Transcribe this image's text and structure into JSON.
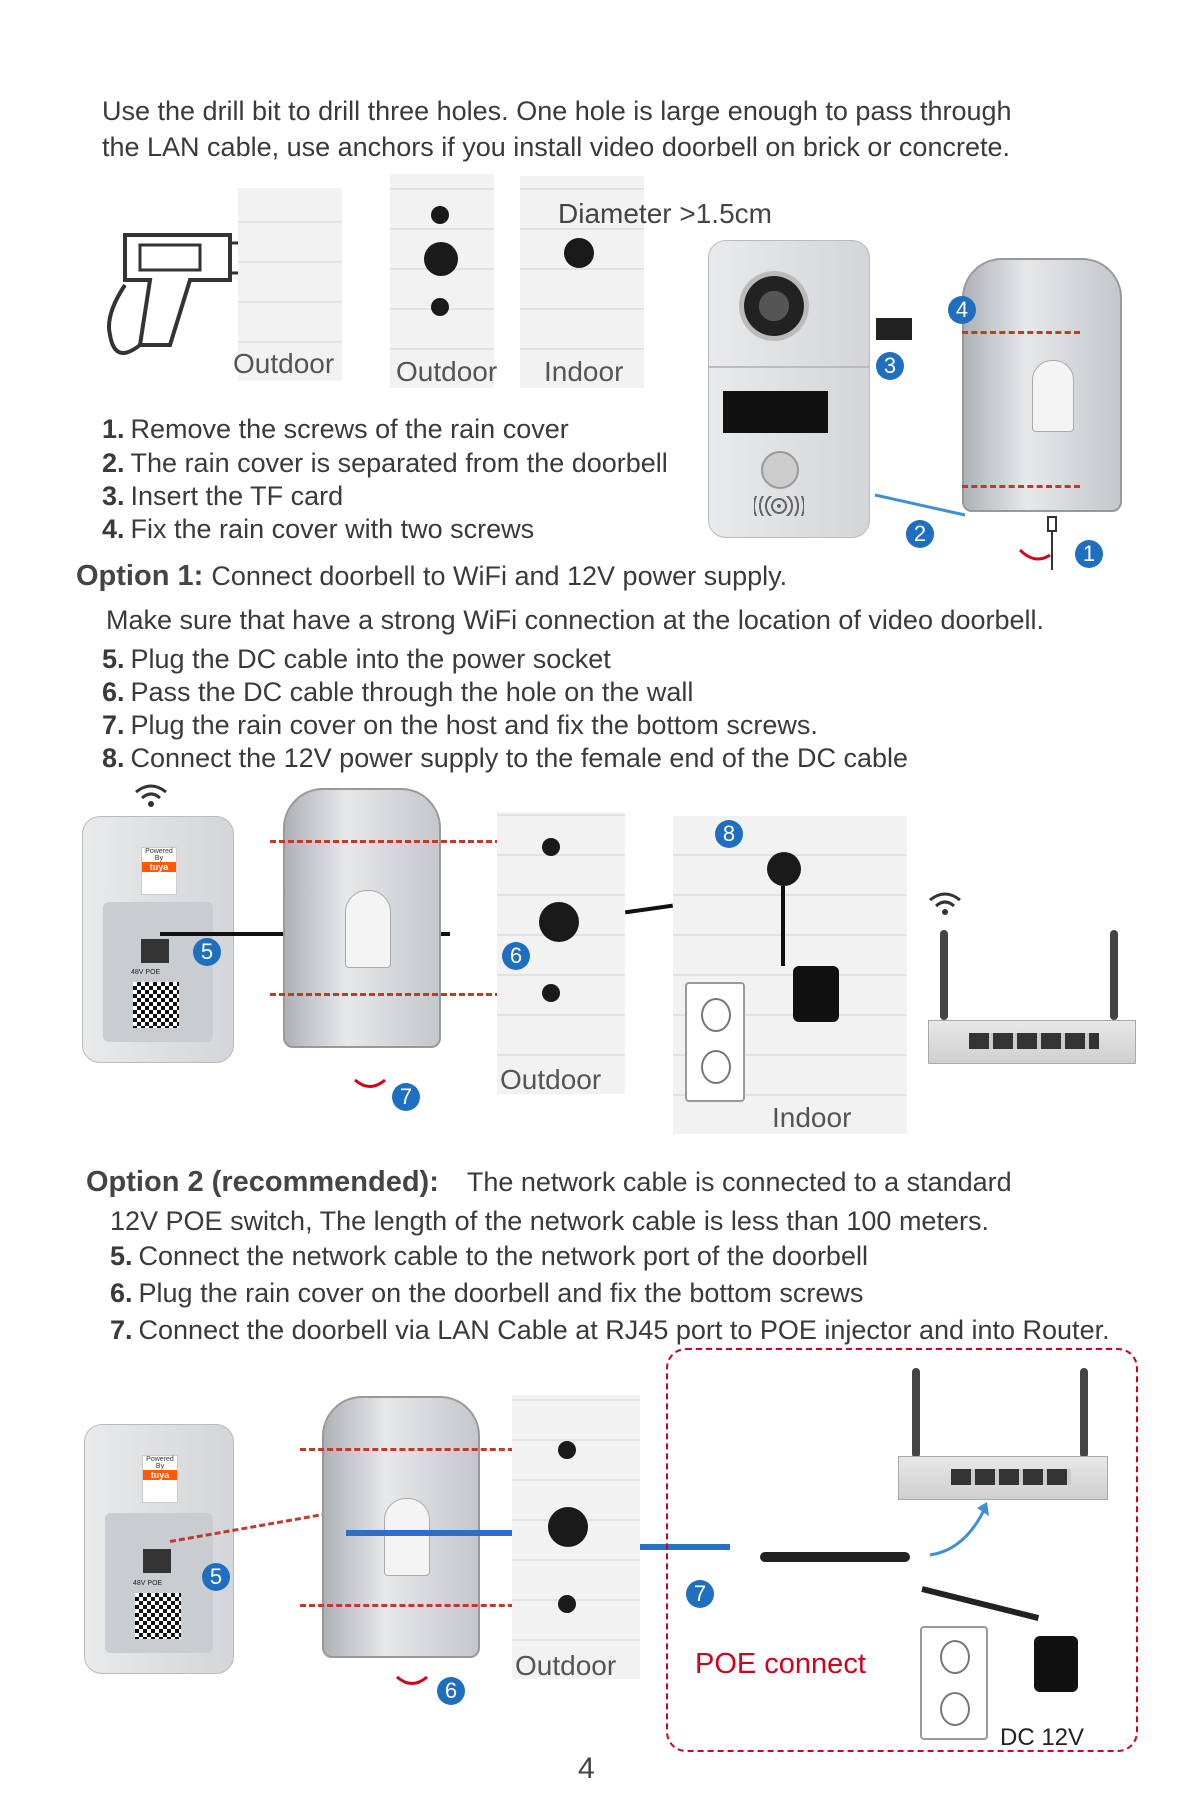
{
  "intro": {
    "line1": "Use the drill bit to drill three holes. One hole is large enough to pass through",
    "line2": "the LAN cable, use anchors if you install video doorbell on brick or concrete."
  },
  "top_figure": {
    "wall_outdoor_1": "Outdoor",
    "wall_outdoor_2": "Outdoor",
    "wall_indoor": "Indoor",
    "diameter": "Diameter >1.5cm",
    "badges": [
      "1",
      "2",
      "3",
      "4"
    ]
  },
  "steps_a": [
    {
      "num": "1.",
      "text": "Remove the screws of the rain cover"
    },
    {
      "num": "2.",
      "text": "The rain cover is separated from the doorbell"
    },
    {
      "num": "3.",
      "text": "Insert the TF card"
    },
    {
      "num": "4.",
      "text": "Fix the rain cover with two screws"
    }
  ],
  "option1": {
    "title": "Option 1:",
    "text": "Connect doorbell to WiFi and 12V power supply.",
    "note": "Make sure that have a strong WiFi connection at the location of video doorbell.",
    "steps": [
      {
        "num": "5.",
        "text": "Plug the DC cable into the power socket"
      },
      {
        "num": "6.",
        "text": "Pass the DC cable through the hole on the wall"
      },
      {
        "num": "7.",
        "text": "Plug the rain cover on the host and fix the bottom screws."
      },
      {
        "num": "8.",
        "text": "Connect the 12V power supply to the female end of the DC cable"
      }
    ],
    "figure": {
      "outdoor": "Outdoor",
      "indoor": "Indoor",
      "badges": [
        "5",
        "6",
        "7",
        "8"
      ],
      "device_text": {
        "powered": "Powered By",
        "brand": "tuya",
        "poe": "48V POE"
      }
    }
  },
  "option2": {
    "title": "Option 2 (recommended):",
    "text": "The network cable is connected to a standard",
    "line2": "12V POE switch, The length of the network cable is less than 100 meters.",
    "steps": [
      {
        "num": "5.",
        "text": "Connect the network cable to the network port of the doorbell"
      },
      {
        "num": "6.",
        "text": "Plug the rain cover on the doorbell and fix the bottom screws"
      },
      {
        "num": "7.",
        "text": "Connect the doorbell via LAN Cable at RJ45 port to POE injector and into Router."
      }
    ],
    "figure": {
      "outdoor": "Outdoor",
      "poe_connect": "POE connect",
      "dc": "DC 12V",
      "badges": [
        "5",
        "6",
        "7"
      ],
      "device_text": {
        "powered": "Powered By",
        "brand": "tuya",
        "poe": "48V POE"
      }
    }
  },
  "page_number": "4",
  "colors": {
    "accent": "#1f6fc0",
    "red": "#d0021b",
    "cable_blue": "#2a6fc9"
  }
}
